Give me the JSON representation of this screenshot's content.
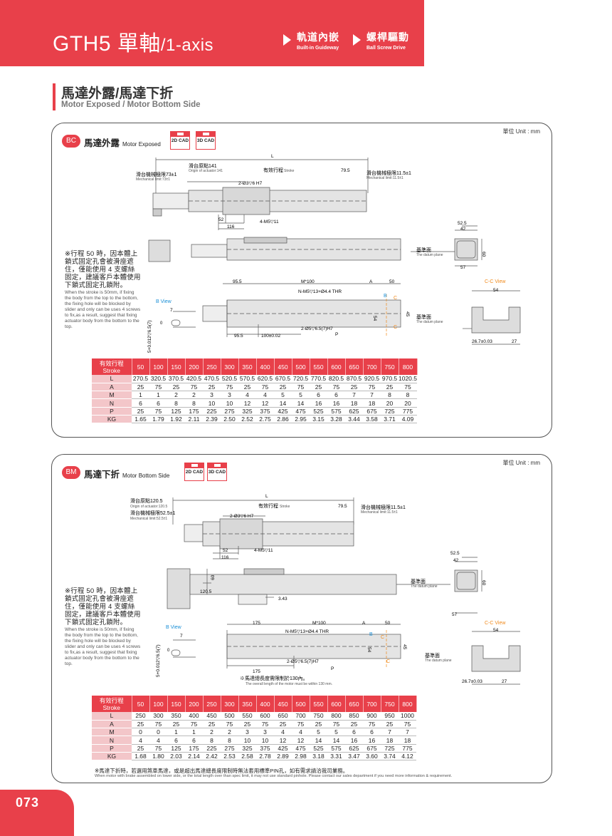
{
  "header": {
    "model": "GTH5",
    "axis_zh": "單軸",
    "axis_en": "/1-axis",
    "tag1_zh": "軌道內嵌",
    "tag1_en": "Built-in Guideway",
    "tag2_zh": "螺桿驅動",
    "tag2_en": "Ball Screw Drive"
  },
  "section": {
    "title_zh": "馬達外露/馬達下折",
    "title_en": "Motor Exposed / Motor Bottom Side"
  },
  "panel1": {
    "unit": "單位 Unit : mm",
    "badge": "BC",
    "title_zh": "馬達外露",
    "title_en": "Motor Exposed",
    "cad2d": "2D CAD",
    "cad3d": "3D CAD",
    "note_zh": "※行程 50 時，因本體上鎖式固定孔會被滑座遮住，僅能使用 4 支螺絲固定，建議客戶本體使用下鎖式固定孔鎖附。",
    "note_en": "When the stroke is 50mm, if fixing the body from the top to the bottom, the fixing hole will be blocked by slider and only can be uses 4 screws to fix,as a result, suggest that fixing actuator body from the bottom to the top.",
    "labels": {
      "L": "L",
      "origin_zh": "滑台原點141",
      "origin_en": "Origin of actuator:141",
      "stroke_zh": "有效行程",
      "stroke_en": "Stroke",
      "d795": "79.5",
      "mech_left_zh": "滑台機械極限73±1",
      "mech_left_en": "Mechanical limit:73±1",
      "mech_right_zh": "滑台機械極限11.5±1",
      "mech_right_en": "Mechanical limit:11.5±1",
      "hole1": "2-Ø3▽6 H7",
      "d52": "52",
      "d116": "116",
      "m5": "4-M5▽11",
      "d525": "52.5",
      "d42": "42",
      "d60": "60",
      "d57": "57",
      "datum_zh": "基準面",
      "datum_en": "The datum plane",
      "d955": "95.5",
      "m100": "M*100",
      "A": "A",
      "d50": "50",
      "nm5": "N-M5▽13+Ø4.4 THR",
      "B": "B",
      "C": "C",
      "d54": "54",
      "d45": "45",
      "bview": "B View",
      "d7": "7",
      "tol": "5+0.012▽6.5(7)",
      "d0": "0",
      "hole2": "2-Ø5▽6.5(7)H7",
      "P": "P",
      "d955b": "95.5",
      "d100": "100±0.02",
      "ccview": "C-C View",
      "d54b": "54",
      "d267": "26.7±0.03",
      "d27": "27"
    },
    "table": {
      "head_zh": "有效行程",
      "head_en": "Stroke",
      "strokes": [
        "50",
        "100",
        "150",
        "200",
        "250",
        "300",
        "350",
        "400",
        "450",
        "500",
        "550",
        "600",
        "650",
        "700",
        "750",
        "800"
      ],
      "rows": [
        {
          "name": "L",
          "values": [
            "270.5",
            "320.5",
            "370.5",
            "420.5",
            "470.5",
            "520.5",
            "570.5",
            "620.5",
            "670.5",
            "720.5",
            "770.5",
            "820.5",
            "870.5",
            "920.5",
            "970.5",
            "1020.5"
          ]
        },
        {
          "name": "A",
          "values": [
            "25",
            "75",
            "25",
            "75",
            "25",
            "75",
            "25",
            "75",
            "25",
            "75",
            "25",
            "75",
            "25",
            "75",
            "25",
            "75"
          ]
        },
        {
          "name": "M",
          "values": [
            "1",
            "1",
            "2",
            "2",
            "3",
            "3",
            "4",
            "4",
            "5",
            "5",
            "6",
            "6",
            "7",
            "7",
            "8",
            "8"
          ]
        },
        {
          "name": "N",
          "values": [
            "6",
            "6",
            "8",
            "8",
            "10",
            "10",
            "12",
            "12",
            "14",
            "14",
            "16",
            "16",
            "18",
            "18",
            "20",
            "20"
          ]
        },
        {
          "name": "P",
          "values": [
            "25",
            "75",
            "125",
            "175",
            "225",
            "275",
            "325",
            "375",
            "425",
            "475",
            "525",
            "575",
            "625",
            "675",
            "725",
            "775"
          ]
        },
        {
          "name": "KG",
          "values": [
            "1.65",
            "1.79",
            "1.92",
            "2.11",
            "2.39",
            "2.50",
            "2.52",
            "2.75",
            "2.86",
            "2.95",
            "3.15",
            "3.28",
            "3.44",
            "3.58",
            "3.71",
            "4.09"
          ]
        }
      ]
    }
  },
  "panel2": {
    "unit": "單位 Unit : mm",
    "badge": "BM",
    "title_zh": "馬達下折",
    "title_en": "Motor Bottom Side",
    "cad2d": "2D CAD",
    "cad3d": "3D CAD",
    "note_zh": "※行程 50 時，因本體上鎖式固定孔會被滑座遮住，僅能使用 4 支螺絲固定，建議客戶本體使用下鎖式固定孔鎖附。",
    "note_en": "When the stroke is 50mm, if fixing the body from the top to the bottom, the fixing hole will be blocked by slider and only can be uses 4 screws to fix,as a result, suggest that fixing actuator body from the bottom to the top.",
    "labels": {
      "L": "L",
      "origin_zh": "滑台原點120.5",
      "origin_en": "Origin of actuator:120.5",
      "stroke_zh": "有效行程",
      "stroke_en": "Stroke",
      "d795": "79.5",
      "mech_left_zh": "滑台機械極限52.5±1",
      "mech_left_en": "Mechanical limit:52.5±1",
      "mech_right_zh": "滑台機械極限11.5±1",
      "mech_right_en": "Mechanical limit:11.5±1",
      "hole1": "2-Ø3▽6 H7",
      "d52": "52",
      "d116": "116",
      "m5": "4-M5▽11",
      "d1205": "120.5",
      "d60a": "60",
      "d343": "3.43",
      "d525": "52.5",
      "d42": "42",
      "d60": "60",
      "d57": "57",
      "datum_zh": "基準面",
      "datum_en": "The datum plane",
      "d175": "175",
      "m100": "M*100",
      "A": "A",
      "d50": "50",
      "nm5": "N-M5▽13+Ø4.4 THR",
      "B": "B",
      "C": "C",
      "d54": "54",
      "d45": "45",
      "bview": "B View",
      "d7": "7",
      "tol": "5+0.012▽6.5(7)",
      "d0": "0",
      "hole2": "2-Ø5▽6.5(7)H7",
      "P": "P",
      "d175b": "175",
      "len_zh": "※馬達總長度需限制於130內。",
      "len_en": "The overall length of the motor must be within 130 mm.",
      "ccview": "C-C View",
      "d54b": "54",
      "d267": "26.7±0.03",
      "d27": "27"
    },
    "table": {
      "head_zh": "有效行程",
      "head_en": "Stroke",
      "strokes": [
        "50",
        "100",
        "150",
        "200",
        "250",
        "300",
        "350",
        "400",
        "450",
        "500",
        "550",
        "600",
        "650",
        "700",
        "750",
        "800"
      ],
      "rows": [
        {
          "name": "L",
          "values": [
            "250",
            "300",
            "350",
            "400",
            "450",
            "500",
            "550",
            "600",
            "650",
            "700",
            "750",
            "800",
            "850",
            "900",
            "950",
            "1000"
          ]
        },
        {
          "name": "A",
          "values": [
            "25",
            "75",
            "25",
            "75",
            "25",
            "75",
            "25",
            "75",
            "25",
            "75",
            "25",
            "75",
            "25",
            "75",
            "25",
            "75"
          ]
        },
        {
          "name": "M",
          "values": [
            "0",
            "0",
            "1",
            "1",
            "2",
            "2",
            "3",
            "3",
            "4",
            "4",
            "5",
            "5",
            "6",
            "6",
            "7",
            "7"
          ]
        },
        {
          "name": "N",
          "values": [
            "4",
            "4",
            "6",
            "6",
            "8",
            "8",
            "10",
            "10",
            "12",
            "12",
            "14",
            "14",
            "16",
            "16",
            "18",
            "18"
          ]
        },
        {
          "name": "P",
          "values": [
            "25",
            "75",
            "125",
            "175",
            "225",
            "275",
            "325",
            "375",
            "425",
            "475",
            "525",
            "575",
            "625",
            "675",
            "725",
            "775"
          ]
        },
        {
          "name": "KG",
          "values": [
            "1.68",
            "1.80",
            "2.03",
            "2.14",
            "2.42",
            "2.53",
            "2.58",
            "2.78",
            "2.89",
            "2.98",
            "3.18",
            "3.31",
            "3.47",
            "3.60",
            "3.74",
            "4.12"
          ]
        }
      ]
    },
    "foot_zh": "※馬達下折時，若選用煞車馬達，或是超出馬達總長度限制時無法套用標準PIN孔，如有需求請洽我司業務。",
    "foot_en": "When motor with brake assembled on lower side, or the total length over than spec limit, it may not use standard pinhole. Please contact our sales department if you need more information & requirement."
  },
  "page_number": "073",
  "colors": {
    "accent": "#e8404a",
    "row_head": "#f3c6c9",
    "blue_note": "#1a8fd6",
    "orange_note": "#f08a1c"
  }
}
